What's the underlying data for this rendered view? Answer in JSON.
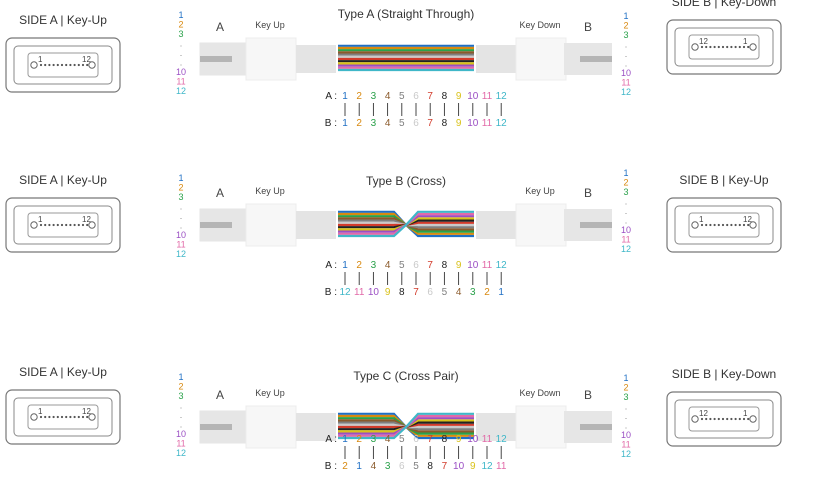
{
  "fiber_colors": {
    "1": "#1f6fc4",
    "2": "#d8890f",
    "3": "#2aa14a",
    "4": "#8a5a2b",
    "5": "#7f7f7f",
    "6": "#c9c9c9",
    "7": "#d23b2b",
    "8": "#222222",
    "9": "#d9c21a",
    "10": "#9b4fc4",
    "11": "#e26aa8",
    "12": "#3fb7c8"
  },
  "rows": [
    {
      "title": "Type A (Straight Through)",
      "end_a_label": "A",
      "end_b_label": "B",
      "boot_a_label": "Key Up",
      "boot_b_label": "Key Down",
      "left_connector": {
        "caption": "SIDE A | Key-Up",
        "pin_first": "1",
        "pin_last": "12",
        "orientation": "key-up"
      },
      "right_connector": {
        "caption": "SIDE B | Key-Down",
        "pin_first": "12",
        "pin_last": "1",
        "orientation": "key-down"
      },
      "left_numbers": [
        "1",
        "2",
        "3",
        ".",
        ".",
        ".",
        "10",
        "11",
        "12"
      ],
      "right_numbers": [
        "1",
        "2",
        "3",
        ".",
        ".",
        ".",
        "10",
        "11",
        "12"
      ],
      "map_a_prefix": "A :",
      "map_b_prefix": "B :",
      "map_a": [
        "1",
        "2",
        "3",
        "4",
        "5",
        "6",
        "7",
        "8",
        "9",
        "10",
        "11",
        "12"
      ],
      "map_b": [
        "1",
        "2",
        "3",
        "4",
        "5",
        "6",
        "7",
        "8",
        "9",
        "10",
        "11",
        "12"
      ],
      "ribbon": "straight"
    },
    {
      "title": "Type B (Cross)",
      "end_a_label": "A",
      "end_b_label": "B",
      "boot_a_label": "Key Up",
      "boot_b_label": "Key Up",
      "left_connector": {
        "caption": "SIDE A | Key-Up",
        "pin_first": "1",
        "pin_last": "12",
        "orientation": "key-up"
      },
      "right_connector": {
        "caption": "SIDE B | Key-Up",
        "pin_first": "1",
        "pin_last": "12",
        "orientation": "key-up"
      },
      "left_numbers": [
        "1",
        "2",
        "3",
        ".",
        ".",
        ".",
        "10",
        "11",
        "12"
      ],
      "right_numbers": [
        "1",
        "2",
        "3",
        ".",
        ".",
        ".",
        "10",
        "11",
        "12"
      ],
      "map_a_prefix": "A :",
      "map_b_prefix": "B :",
      "map_a": [
        "1",
        "2",
        "3",
        "4",
        "5",
        "6",
        "7",
        "8",
        "9",
        "10",
        "11",
        "12"
      ],
      "map_b": [
        "12",
        "11",
        "10",
        "9",
        "8",
        "7",
        "6",
        "5",
        "4",
        "3",
        "2",
        "1"
      ],
      "ribbon": "cross"
    },
    {
      "title": "Type C (Cross Pair)",
      "end_a_label": "A",
      "end_b_label": "B",
      "boot_a_label": "Key Up",
      "boot_b_label": "Key Down",
      "left_connector": {
        "caption": "SIDE A | Key-Up",
        "pin_first": "1",
        "pin_last": "12",
        "orientation": "key-up"
      },
      "right_connector": {
        "caption": "SIDE B | Key-Down",
        "pin_first": "12",
        "pin_last": "1",
        "orientation": "key-down"
      },
      "left_numbers": [
        "1",
        "2",
        "3",
        ".",
        ".",
        ".",
        "10",
        "11",
        "12"
      ],
      "right_numbers": [
        "1",
        "2",
        "3",
        ".",
        ".",
        ".",
        "10",
        "11",
        "12"
      ],
      "map_a_prefix": "A :",
      "map_b_prefix": "B :",
      "map_a": [
        "1",
        "2",
        "3",
        "4",
        "5",
        "6",
        "7",
        "8",
        "9",
        "10",
        "11",
        "12"
      ],
      "map_b": [
        "2",
        "1",
        "4",
        "3",
        "6",
        "5",
        "8",
        "7",
        "10",
        "9",
        "12",
        "11"
      ],
      "ribbon": "cross"
    }
  ]
}
